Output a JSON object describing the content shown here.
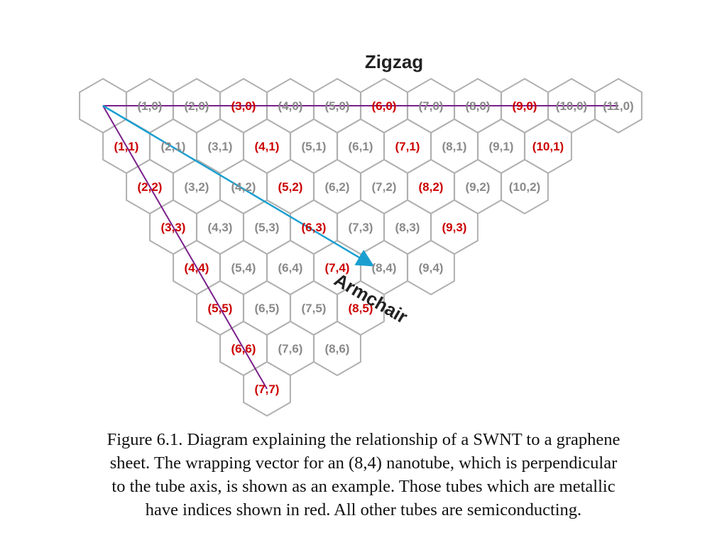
{
  "diagram": {
    "zigzag_label": "Zigzag",
    "armchair_label": "Armchair",
    "cells": [
      {
        "n": 1,
        "m": 0,
        "label": "(1,0)",
        "metallic": false
      },
      {
        "n": 2,
        "m": 0,
        "label": "(2,0)",
        "metallic": false
      },
      {
        "n": 3,
        "m": 0,
        "label": "(3,0)",
        "metallic": true
      },
      {
        "n": 4,
        "m": 0,
        "label": "(4,0)",
        "metallic": false
      },
      {
        "n": 5,
        "m": 0,
        "label": "(5,0)",
        "metallic": false
      },
      {
        "n": 6,
        "m": 0,
        "label": "(6,0)",
        "metallic": true
      },
      {
        "n": 7,
        "m": 0,
        "label": "(7,0)",
        "metallic": false
      },
      {
        "n": 8,
        "m": 0,
        "label": "(8,0)",
        "metallic": false
      },
      {
        "n": 9,
        "m": 0,
        "label": "(9,0)",
        "metallic": true
      },
      {
        "n": 10,
        "m": 0,
        "label": "(10,0)",
        "metallic": false
      },
      {
        "n": 11,
        "m": 0,
        "label": "(11,0)",
        "metallic": false
      },
      {
        "n": 1,
        "m": 1,
        "label": "(1,1)",
        "metallic": true
      },
      {
        "n": 2,
        "m": 1,
        "label": "(2,1)",
        "metallic": false
      },
      {
        "n": 3,
        "m": 1,
        "label": "(3,1)",
        "metallic": false
      },
      {
        "n": 4,
        "m": 1,
        "label": "(4,1)",
        "metallic": true
      },
      {
        "n": 5,
        "m": 1,
        "label": "(5,1)",
        "metallic": false
      },
      {
        "n": 6,
        "m": 1,
        "label": "(6,1)",
        "metallic": false
      },
      {
        "n": 7,
        "m": 1,
        "label": "(7,1)",
        "metallic": true
      },
      {
        "n": 8,
        "m": 1,
        "label": "(8,1)",
        "metallic": false
      },
      {
        "n": 9,
        "m": 1,
        "label": "(9,1)",
        "metallic": false
      },
      {
        "n": 10,
        "m": 1,
        "label": "(10,1)",
        "metallic": true
      },
      {
        "n": 2,
        "m": 2,
        "label": "(2,2)",
        "metallic": true
      },
      {
        "n": 3,
        "m": 2,
        "label": "(3,2)",
        "metallic": false
      },
      {
        "n": 4,
        "m": 2,
        "label": "(4,2)",
        "metallic": false
      },
      {
        "n": 5,
        "m": 2,
        "label": "(5,2)",
        "metallic": true
      },
      {
        "n": 6,
        "m": 2,
        "label": "(6,2)",
        "metallic": false
      },
      {
        "n": 7,
        "m": 2,
        "label": "(7,2)",
        "metallic": false
      },
      {
        "n": 8,
        "m": 2,
        "label": "(8,2)",
        "metallic": true
      },
      {
        "n": 9,
        "m": 2,
        "label": "(9,2)",
        "metallic": false
      },
      {
        "n": 10,
        "m": 2,
        "label": "(10,2)",
        "metallic": false
      },
      {
        "n": 3,
        "m": 3,
        "label": "(3,3)",
        "metallic": true
      },
      {
        "n": 4,
        "m": 3,
        "label": "(4,3)",
        "metallic": false
      },
      {
        "n": 5,
        "m": 3,
        "label": "(5,3)",
        "metallic": false
      },
      {
        "n": 6,
        "m": 3,
        "label": "(6,3)",
        "metallic": true
      },
      {
        "n": 7,
        "m": 3,
        "label": "(7,3)",
        "metallic": false
      },
      {
        "n": 8,
        "m": 3,
        "label": "(8,3)",
        "metallic": false
      },
      {
        "n": 9,
        "m": 3,
        "label": "(9,3)",
        "metallic": true
      },
      {
        "n": 4,
        "m": 4,
        "label": "(4,4)",
        "metallic": true
      },
      {
        "n": 5,
        "m": 4,
        "label": "(5,4)",
        "metallic": false
      },
      {
        "n": 6,
        "m": 4,
        "label": "(6,4)",
        "metallic": false
      },
      {
        "n": 7,
        "m": 4,
        "label": "(7,4)",
        "metallic": true
      },
      {
        "n": 8,
        "m": 4,
        "label": "(8,4)",
        "metallic": false
      },
      {
        "n": 9,
        "m": 4,
        "label": "(9,4)",
        "metallic": false
      },
      {
        "n": 5,
        "m": 5,
        "label": "(5,5)",
        "metallic": true
      },
      {
        "n": 6,
        "m": 5,
        "label": "(6,5)",
        "metallic": false
      },
      {
        "n": 7,
        "m": 5,
        "label": "(7,5)",
        "metallic": false
      },
      {
        "n": 8,
        "m": 5,
        "label": "(8,5)",
        "metallic": true
      },
      {
        "n": 6,
        "m": 6,
        "label": "(6,6)",
        "metallic": true
      },
      {
        "n": 7,
        "m": 6,
        "label": "(7,6)",
        "metallic": false
      },
      {
        "n": 8,
        "m": 6,
        "label": "(8,6)",
        "metallic": false
      },
      {
        "n": 7,
        "m": 7,
        "label": "(7,7)",
        "metallic": true
      }
    ],
    "wrapping_vector": {
      "n": 8,
      "m": 4
    },
    "zigzag_line_end": {
      "n": 11,
      "m": 0
    },
    "armchair_line_end": {
      "n": 7,
      "m": 7
    },
    "colors": {
      "metallic": "#cc0000",
      "semiconducting": "#8a8a8a",
      "hex_stroke": "#b0b0b0",
      "zigzag_line": "#7a1f8a",
      "armchair_line": "#7a1f8a",
      "wrapping_vector": "#1a9fd0"
    }
  },
  "caption": {
    "lines": [
      "Figure 6.1. Diagram explaining the relationship of a SWNT to a graphene",
      "sheet.  The wrapping vector for an (8,4) nanotube, which is perpendicular",
      "to the tube axis, is shown as an example.  Those tubes which are metallic",
      "have indices shown in red.  All other tubes are semiconducting."
    ]
  }
}
